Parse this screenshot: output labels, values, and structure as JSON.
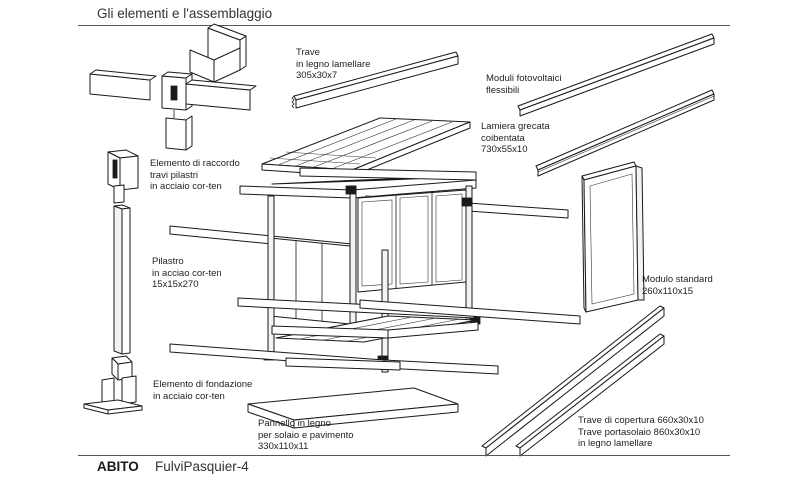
{
  "header": {
    "title": "Gli elementi e l'assemblaggio"
  },
  "labels": {
    "trave": [
      "Trave",
      "in legno lamellare",
      "305x30x7"
    ],
    "fotovoltaici": [
      "Moduli fotovoltaici",
      "flessibili"
    ],
    "lamiera": [
      "Lamiera grecata",
      "coibentata",
      "730x55x10"
    ],
    "raccordo": [
      "Elemento  di raccordo",
      "travi pilastri",
      " in acciaio cor-ten"
    ],
    "pilastro": [
      "Pilastro",
      "in acciao cor-ten",
      "15x15x270"
    ],
    "modulo": [
      "Modulo standard",
      "260x110x15"
    ],
    "fondazione": [
      "Elemento di fondazione",
      "in acciaio cor-ten"
    ],
    "pannello": [
      "Pannello  in legno",
      "per solaio e pavimento",
      "330x110x11"
    ],
    "travi_copertura": [
      "Trave di copertura 660x30x10",
      "Trave portasolaio 860x30x10",
      "in legno lamellare"
    ]
  },
  "footer": {
    "brand": "ABITO",
    "credit": "FulviPasquier-4"
  }
}
